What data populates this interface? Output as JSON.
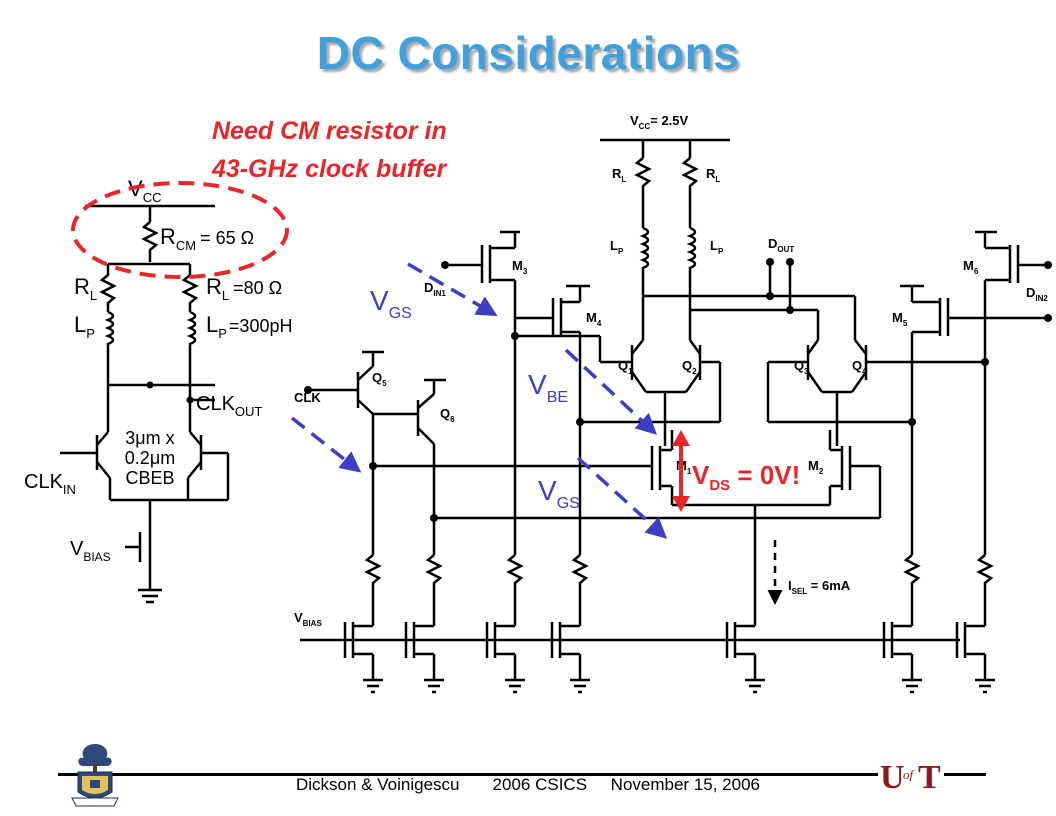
{
  "title": "DC Considerations",
  "callout": {
    "line1": "Need CM resistor in",
    "line2": "43-GHz clock buffer"
  },
  "left_circuit": {
    "vcc": "V",
    "vcc_sub": "CC",
    "rcm": "R",
    "rcm_sub": "CM",
    "rcm_value": "= 65 Ω",
    "rl_left": "R",
    "rl_left_sub": "L",
    "rl_right": "R",
    "rl_right_sub": "L",
    "rl_value": "=80 Ω",
    "lp_left": "L",
    "lp_left_sub": "P",
    "lp_right": "L",
    "lp_right_sub": "P",
    "lp_value": "=300pH",
    "clk_out": "CLK",
    "clk_out_sub": "OUT",
    "clk_in": "CLK",
    "clk_in_sub": "IN",
    "device_line1": "3μm x",
    "device_line2": "0.2μm",
    "device_line3": "CBEB",
    "vbias": "V",
    "vbias_sub": "BIAS"
  },
  "main_circuit": {
    "vcc": "V",
    "vcc_sub": "CC",
    "vcc_value": "= 2.5V",
    "rl_a": "R",
    "rl_a_sub": "L",
    "rl_b": "R",
    "rl_b_sub": "L",
    "lp_a": "L",
    "lp_a_sub": "P",
    "lp_b": "L",
    "lp_b_sub": "P",
    "dout": "D",
    "dout_sub": "OUT",
    "din1": "D",
    "din1_sub": "IN1",
    "din2": "D",
    "din2_sub": "IN2",
    "m3": "M",
    "m3_sub": "3",
    "m4": "M",
    "m4_sub": "4",
    "m5": "M",
    "m5_sub": "5",
    "m6": "M",
    "m6_sub": "6",
    "m1": "M",
    "m1_sub": "1",
    "m2": "M",
    "m2_sub": "2",
    "q1": "Q",
    "q1_sub": "1",
    "q2": "Q",
    "q2_sub": "2",
    "q3": "Q",
    "q3_sub": "3",
    "q4": "Q",
    "q4_sub": "4",
    "q5": "Q",
    "q5_sub": "5",
    "q6": "Q",
    "q6_sub": "6",
    "clk": "CLK",
    "isel": "I",
    "isel_sub": "SEL",
    "isel_value": " = 6mA",
    "vbias": "V",
    "vbias_sub": "BIAS"
  },
  "annotations": {
    "vgs_top": "V",
    "vgs_top_sub": "GS",
    "vbe": "V",
    "vbe_sub": "BE",
    "vgs_bottom": "V",
    "vgs_bottom_sub": "GS",
    "vds": "V",
    "vds_sub": "DS",
    "vds_value": " = 0V!"
  },
  "footer": {
    "authors": "Dickson & Voinigescu",
    "conference": "2006 CSICS",
    "date": "November 15, 2006"
  },
  "colors": {
    "title": "#3fa0dc",
    "callout": "#e8262a",
    "arrow": "#3a3fc4",
    "vds_arrow": "#e8262a",
    "logo": "#8b1a1a"
  },
  "logos": {
    "right": "UofT"
  }
}
